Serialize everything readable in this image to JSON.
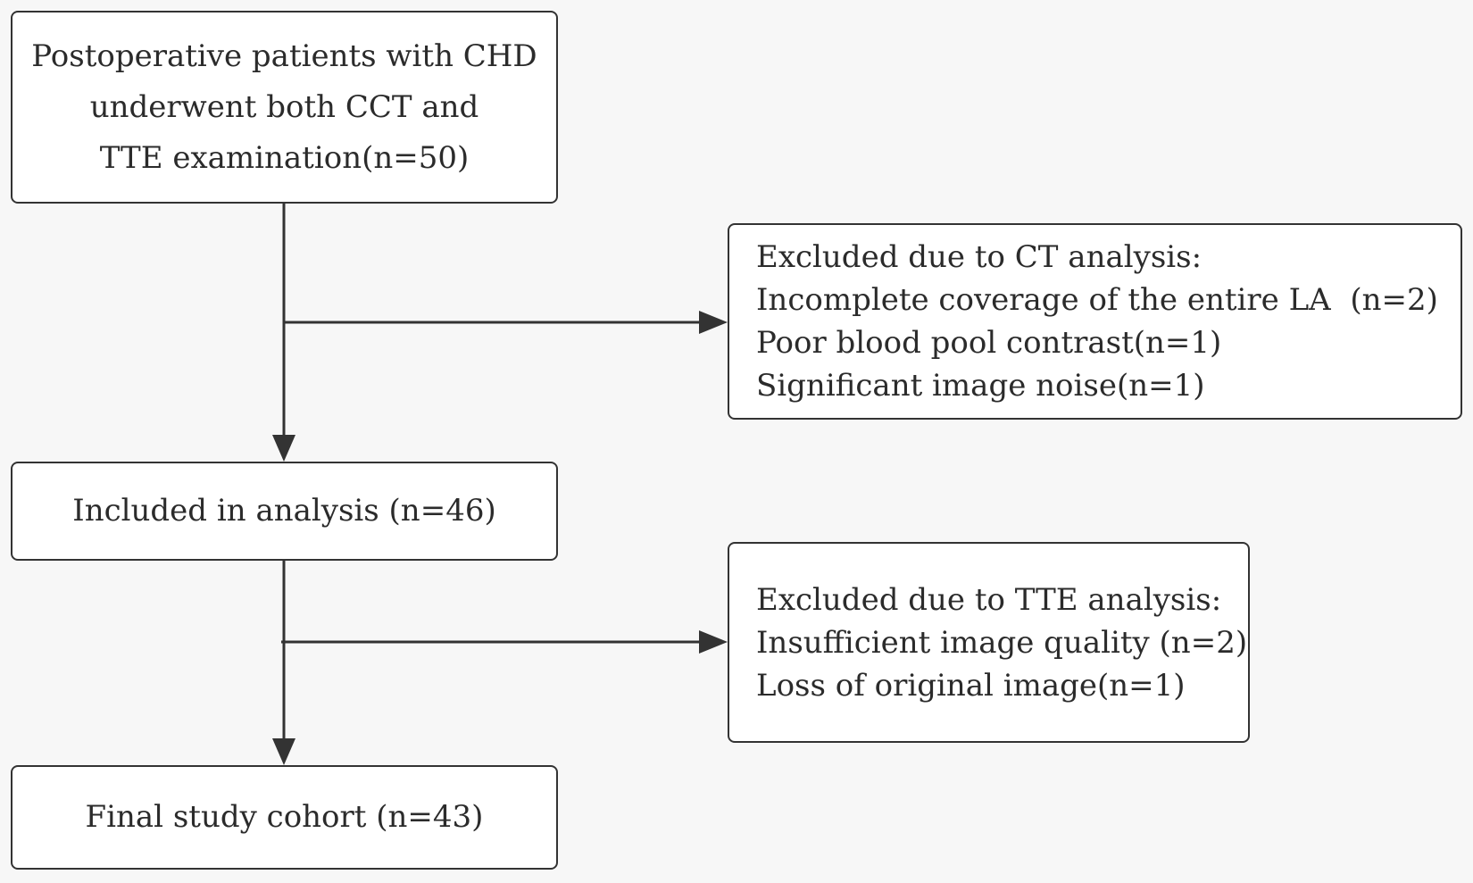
{
  "flowchart": {
    "start": {
      "lines": [
        "Postoperative patients with CHD",
        "underwent both CCT and",
        "TTE examination(n=50)"
      ]
    },
    "exclusion_ct": {
      "lines": [
        "Excluded due to CT  analysis:",
        "Incomplete coverage of the entire LA  (n=2)",
        "Poor blood pool contrast(n=1)",
        "Significant image noise(n=1)"
      ]
    },
    "included": {
      "lines": [
        "Included in analysis (n=46)"
      ]
    },
    "exclusion_tte": {
      "lines": [
        "Excluded due to TTE analysis:",
        "Insufficient image quality (n=2)",
        "Loss of original image(n=1)"
      ]
    },
    "final": {
      "lines": [
        "Final study cohort (n=43)"
      ]
    }
  },
  "colors": {
    "background": "#f7f7f7",
    "box_fill": "#ffffff",
    "stroke": "#333333",
    "text": "#2b2b2b"
  }
}
